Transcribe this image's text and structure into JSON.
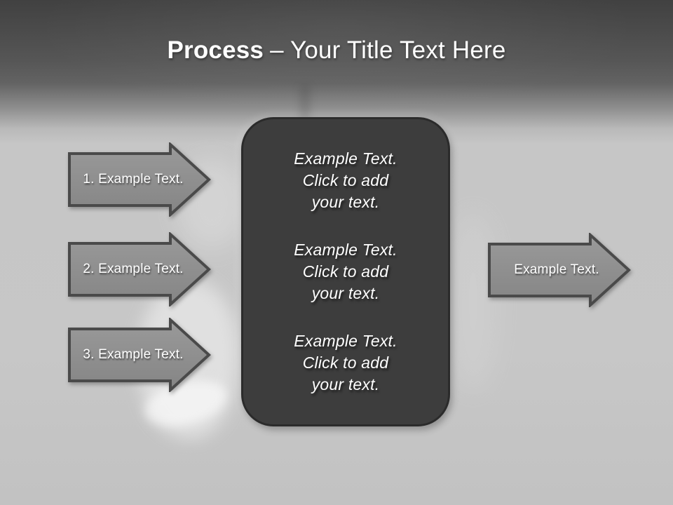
{
  "title": {
    "bold_part": "Process",
    "regular_part": "– Your Title Text Here"
  },
  "left_arrows": [
    {
      "label": "1. Example Text."
    },
    {
      "label": "2. Example Text."
    },
    {
      "label": "3. Example Text."
    }
  ],
  "right_arrow": {
    "label": "Example Text."
  },
  "center_panel": {
    "blocks": [
      "Example Text.\nClick  to add\nyour text.",
      "Example Text.\nClick  to add\nyour text.",
      "Example Text.\nClick  to add\nyour text."
    ]
  },
  "colors": {
    "header_dark": "#454545",
    "background_light": "#c6c6c6",
    "arrow_fill": "#8f8f8f",
    "arrow_border": "#4a4a4a",
    "panel_fill": "#3d3d3d",
    "panel_border": "#2b2b2b",
    "title_color": "#ffffff",
    "label_color": "#ffffff"
  }
}
